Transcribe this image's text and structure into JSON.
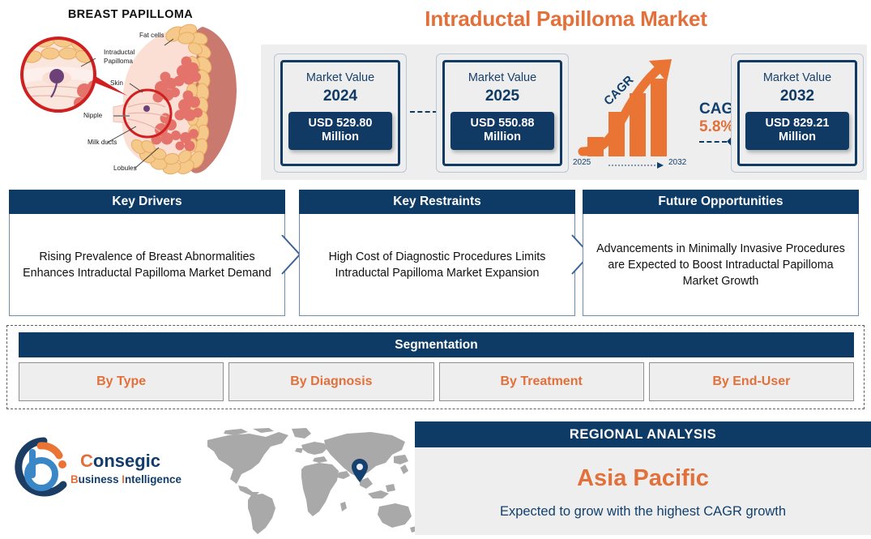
{
  "illustration": {
    "title": "BREAST PAPILLOMA",
    "labels": [
      {
        "text": "Fat cells"
      },
      {
        "text": "Intraductal"
      },
      {
        "text": "Papilloma"
      },
      {
        "text": "Skin"
      },
      {
        "text": "Nipple"
      },
      {
        "text": "Milk ducts"
      },
      {
        "text": "Lobules"
      }
    ]
  },
  "main_title": "Intraductal Papilloma Market",
  "stats": {
    "cards": [
      {
        "label": "Market Value",
        "year": "2024",
        "value": "USD 529.80",
        "unit": "Million"
      },
      {
        "label": "Market Value",
        "year": "2025",
        "value": "USD 550.88",
        "unit": "Million"
      },
      {
        "label": "Market Value",
        "year": "2032",
        "value": "USD 829.21",
        "unit": "Million"
      }
    ],
    "cagr": {
      "arrow_label": "CAGR",
      "title": "CAGR",
      "value": "5.8%",
      "start_year": "2025",
      "end_year": "2032"
    }
  },
  "key_sections": [
    {
      "header": "Key Drivers",
      "text": "Rising Prevalence of Breast Abnormalities Enhances Intraductal Papilloma Market Demand"
    },
    {
      "header": "Key Restraints",
      "text": "High Cost of Diagnostic Procedures Limits Intraductal Papilloma Market Expansion"
    },
    {
      "header": "Future Opportunities",
      "text": "Advancements in Minimally Invasive Procedures are Expected to Boost Intraductal Papilloma Market Growth"
    }
  ],
  "segmentation": {
    "header": "Segmentation",
    "items": [
      "By Type",
      "By Diagnosis",
      "By Treatment",
      "By End-User"
    ]
  },
  "footer": {
    "logo": {
      "name_part1": "C",
      "name_part2": "onsegic",
      "tag_b": "B",
      "tag_rest1": "usiness ",
      "tag_i": "I",
      "tag_rest2": "ntelligence"
    },
    "regional": {
      "header": "REGIONAL ANALYSIS",
      "region": "Asia Pacific",
      "subtitle": "Expected to grow with the highest CAGR growth"
    }
  },
  "colors": {
    "navy": "#0d3b66",
    "orange": "#e2703a",
    "panel_grey": "#eeeeee"
  },
  "chart_data": {
    "type": "bar",
    "title": "CAGR",
    "categories": [
      "2025",
      "",
      "",
      "2032"
    ],
    "values": [
      18,
      46,
      70,
      92
    ],
    "annotations": [
      "CAGR",
      "5.8%"
    ],
    "xlabel": "",
    "ylabel": "",
    "ylim": [
      0,
      100
    ]
  }
}
